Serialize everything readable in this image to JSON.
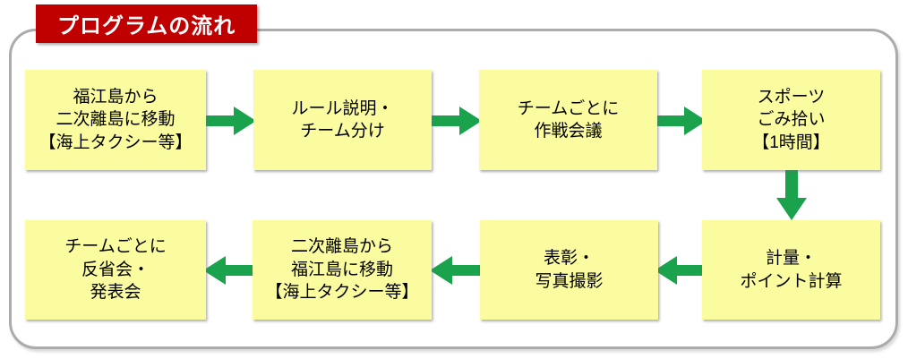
{
  "title": {
    "label": "プログラムの流れ"
  },
  "colors": {
    "banner": "#C00000",
    "box_fill": "#FBFBA0",
    "arrow": "#1AA24D",
    "frame": "#ABABAB"
  },
  "flow": {
    "steps": [
      {
        "id": 1,
        "text": "福江島から\n二次離島に移動\n【海上タクシー等】"
      },
      {
        "id": 2,
        "text": "ルール説明・\nチーム分け"
      },
      {
        "id": 3,
        "text": "チームごとに\n作戦会議"
      },
      {
        "id": 4,
        "text": "スポーツ\nごみ拾い\n【1時間】"
      },
      {
        "id": 5,
        "text": "計量・\nポイント計算"
      },
      {
        "id": 6,
        "text": "表彰・\n写真撮影"
      },
      {
        "id": 7,
        "text": "二次離島から\n福江島に移動\n【海上タクシー等】"
      },
      {
        "id": 8,
        "text": "チームごとに\n反省会・\n発表会"
      }
    ],
    "arrows": [
      {
        "from": 1,
        "to": 2,
        "direction": "right"
      },
      {
        "from": 2,
        "to": 3,
        "direction": "right"
      },
      {
        "from": 3,
        "to": 4,
        "direction": "right"
      },
      {
        "from": 4,
        "to": 5,
        "direction": "down"
      },
      {
        "from": 5,
        "to": 6,
        "direction": "left"
      },
      {
        "from": 6,
        "to": 7,
        "direction": "left"
      },
      {
        "from": 7,
        "to": 8,
        "direction": "left"
      }
    ]
  }
}
